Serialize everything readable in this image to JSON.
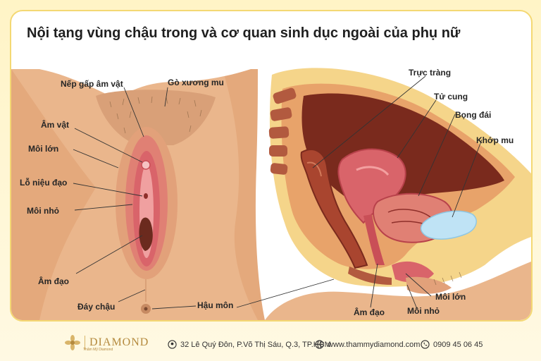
{
  "title": "Nội tạng vùng chậu trong và cơ quan sinh dục ngoài của phụ nữ",
  "labels": {
    "nep_gap_am_vat": "Nếp gấp âm vật",
    "go_xuong_mu": "Gò xương mu",
    "am_vat": "Âm vật",
    "moi_lon_left": "Môi lớn",
    "lo_nieu_dao": "Lỗ niệu đạo",
    "moi_nho_left": "Môi nhỏ",
    "am_dao_left": "Âm đạo",
    "day_chau": "Đáy chậu",
    "hau_mon": "Hậu môn",
    "truc_trang": "Trực tràng",
    "tu_cung": "Tử cung",
    "bong_dai": "Bọng đái",
    "khop_mu": "Khớp mu",
    "moi_lon_right": "Môi lớn",
    "am_dao_right": "Âm đạo",
    "moi_nho_right": "Môi nhỏ"
  },
  "footer": {
    "brand": "DIAMOND",
    "brand_sub": "Thẩm Mỹ Diamond",
    "address": "32 Lê Quý Đôn, P.Võ Thị Sáu, Q.3, TP.HCM",
    "website": "www.thammydiamond.com",
    "phone": "0909 45 06 45"
  },
  "colors": {
    "skin": "#eab68c",
    "skin_dark": "#d99a6d",
    "flesh": "#d9646a",
    "deep": "#7a2a1d",
    "bladder": "#bfe3f5",
    "bone": "#f5d58a",
    "border": "#f4d873"
  }
}
